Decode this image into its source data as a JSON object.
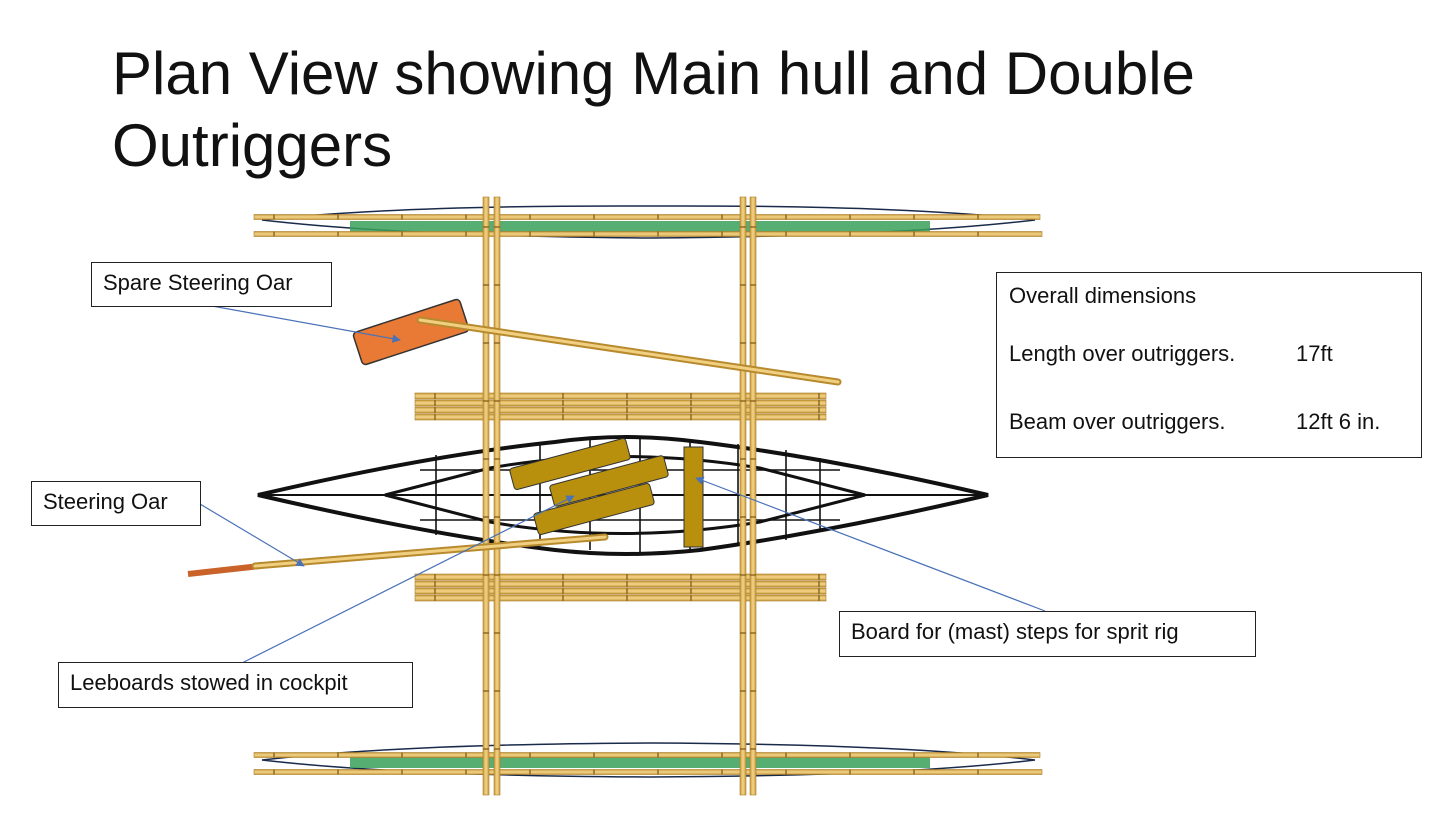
{
  "title": "Plan View showing Main hull and Double Outriggers",
  "callouts": {
    "spare_steering_oar": "Spare Steering Oar",
    "steering_oar": "Steering Oar",
    "leeboards": "Leeboards stowed in cockpit",
    "mast_board": "Board for (mast) steps for sprit rig"
  },
  "dimensions": {
    "heading": "Overall dimensions",
    "length_label": "Length over outriggers.",
    "length_value": "17ft",
    "beam_label": "Beam over outriggers.",
    "beam_value": "12ft 6 in."
  },
  "colors": {
    "bamboo": "#e3b95a",
    "bamboo_dark": "#b88a2e",
    "hull_outline": "#111111",
    "leeboard": "#b8900e",
    "oar_blade": "#e87a35",
    "leader_line": "#4a72b8",
    "float_green": "#3aa05a"
  }
}
